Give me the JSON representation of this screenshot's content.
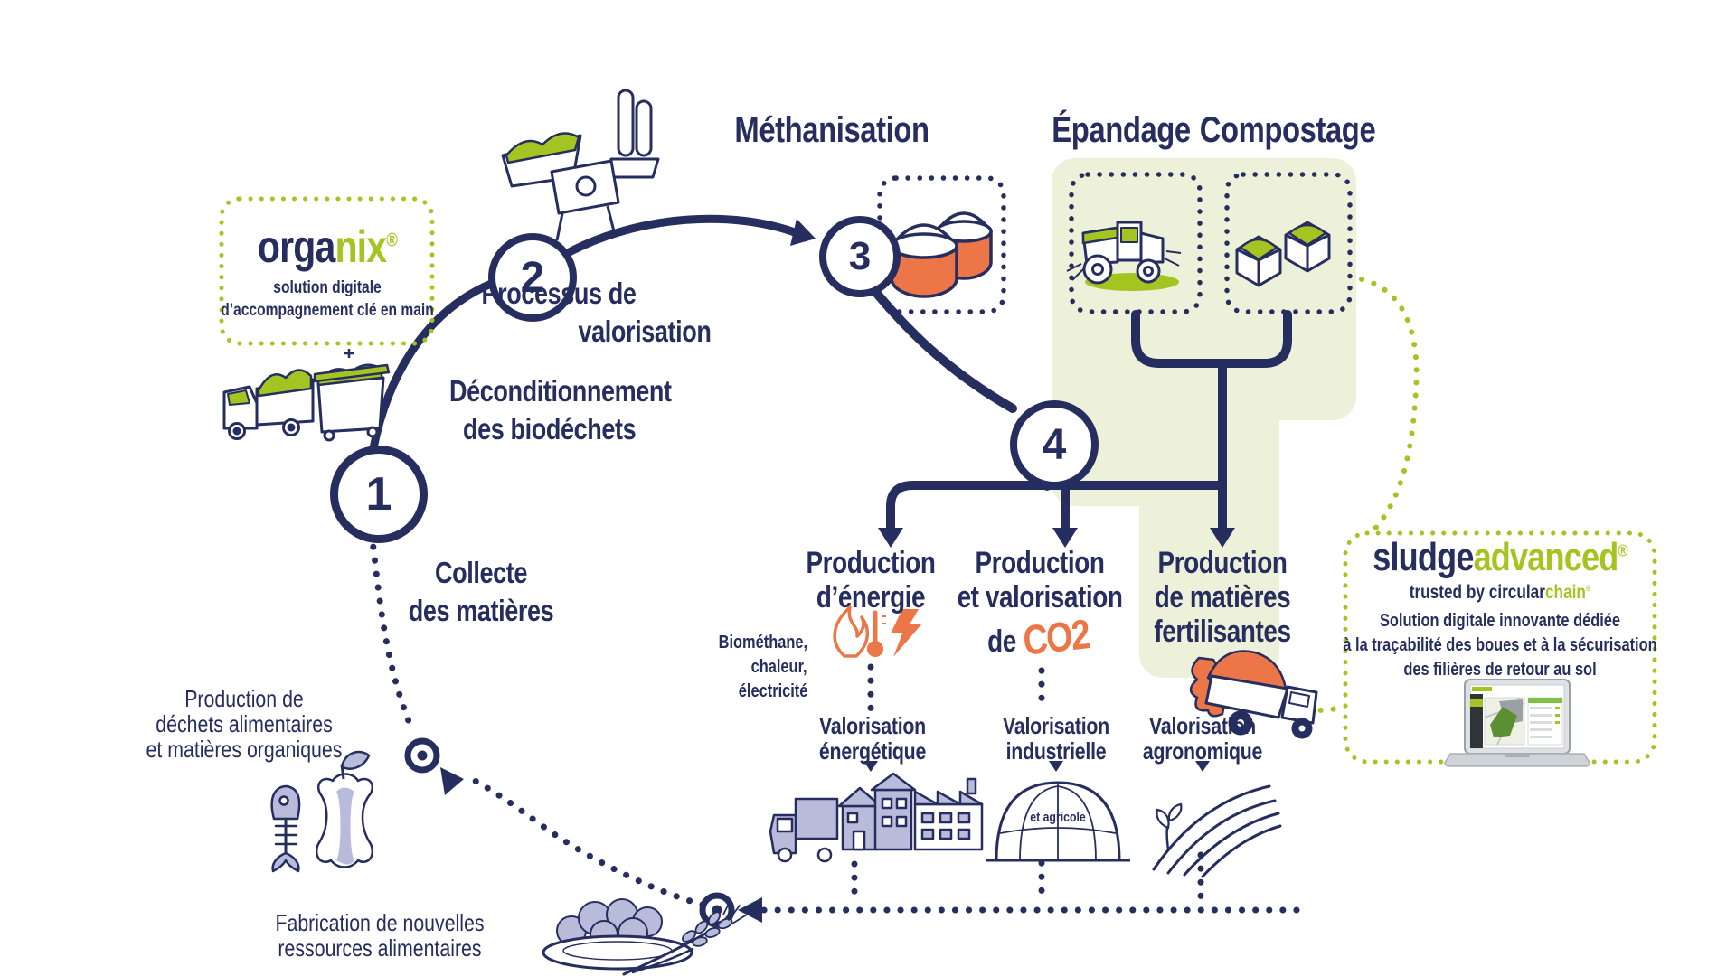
{
  "palette": {
    "navy": "#252e5f",
    "green": "#a4c521",
    "orange": "#ec7647",
    "light_green_bg": "#eef1da",
    "lavender": "#b9bbdb"
  },
  "headers": {
    "methanisation": "Méthanisation",
    "epandage": "Épandage",
    "compostage": "Compostage"
  },
  "steps": {
    "one": "1",
    "two": "2",
    "three": "3",
    "four": "4"
  },
  "labels": {
    "processus": [
      "Processus de",
      "valorisation"
    ],
    "deconditionnement": [
      "Déconditionnement",
      "des biodéchets"
    ],
    "collecte": [
      "Collecte",
      "des matières"
    ],
    "production_dechets": [
      "Production de",
      "déchets alimentaires",
      "et matières organiques"
    ],
    "fabrication": [
      "Fabrication de nouvelles",
      "ressources alimentaires"
    ],
    "production_energie": [
      "Production",
      "d’énergie"
    ],
    "energie_sources": [
      "Biométhane,",
      "chaleur,",
      "électricité"
    ],
    "production_co2": [
      "Production",
      "et valorisation",
      "de"
    ],
    "co2": "CO2",
    "production_fertilisantes": [
      "Production",
      "de matières",
      "fertilisantes"
    ],
    "valorisation_energetique": [
      "Valorisation",
      "énergétique"
    ],
    "valorisation_industrielle": [
      "Valorisation",
      "industrielle"
    ],
    "valorisation_agronomique": [
      "Valorisation",
      "agronomique"
    ],
    "serre_caption": "et agricole"
  },
  "organix": {
    "brand_part1": "orga",
    "brand_part2": "nix",
    "reg": "®",
    "tagline": [
      "solution digitale",
      "d’accompagnement clé en main"
    ]
  },
  "sludgeadvanced": {
    "brand_part1": "sludge",
    "brand_part2": "advanced",
    "reg": "®",
    "trusted_prefix": "trusted by circular",
    "trusted_suffix": "chain",
    "trusted_reg": "®",
    "description": [
      "Solution digitale innovante dédiée",
      "à la traçabilité des boues et à la sécurisation",
      "des filières de retour au sol"
    ]
  }
}
